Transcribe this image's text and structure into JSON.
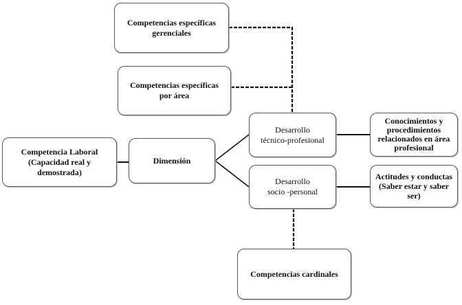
{
  "diagram": {
    "nodes": {
      "competencia_laboral": "Competencia Laboral\n(Capacidad real y\ndemostrada)",
      "dimension": "Dimensión",
      "desarrollo_tecnico": "Desarrollo\ntécnico-profesional",
      "desarrollo_socio": "Desarrollo\nsocio -personal",
      "conocimientos": "Conocimientos y\nprocedimientos\nrelacionados en área\nprofesional",
      "actitudes": "Actitudes y conductas\n(Saber estar y saber\nser)",
      "especificas_gerenciales": "Competencias específicas\ngerenciales",
      "especificas_area": "Competencias específicas\npor área",
      "cardinales": "Competencias cardinales"
    },
    "edges": [
      {
        "from": "competencia_laboral",
        "to": "dimension",
        "style": "solid"
      },
      {
        "from": "dimension",
        "to": "desarrollo_tecnico",
        "style": "solid"
      },
      {
        "from": "dimension",
        "to": "desarrollo_socio",
        "style": "solid"
      },
      {
        "from": "desarrollo_tecnico",
        "to": "conocimientos",
        "style": "solid"
      },
      {
        "from": "desarrollo_socio",
        "to": "actitudes",
        "style": "solid"
      },
      {
        "from": "especificas_gerenciales",
        "to": "desarrollo_tecnico",
        "style": "dashed"
      },
      {
        "from": "especificas_area",
        "to": "desarrollo_tecnico",
        "style": "dashed"
      },
      {
        "from": "desarrollo_socio",
        "to": "cardinales",
        "style": "dashed"
      }
    ]
  }
}
